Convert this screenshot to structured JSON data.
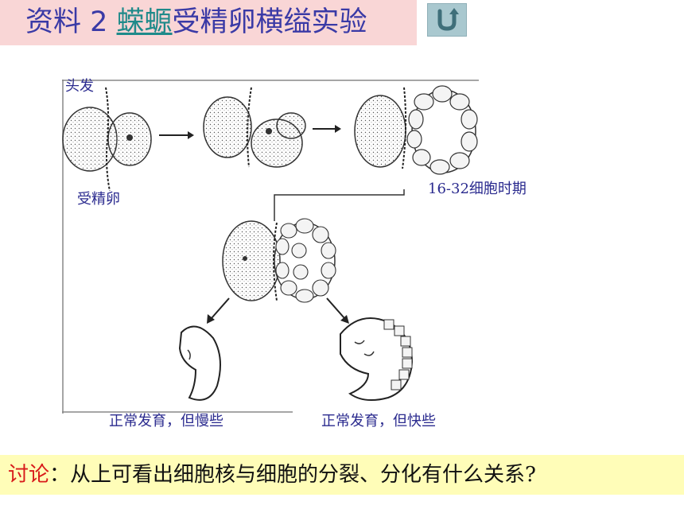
{
  "slide": {
    "title_prefix": "资料 2 ",
    "title_link": "蝾螈",
    "title_suffix": "受精卵横缢实验",
    "back_icon": "u-turn-back-icon"
  },
  "figure": {
    "labels": {
      "hair": "头发",
      "fertilized_egg": "受精卵",
      "stage": "16-32细胞时期",
      "slow": "正常发育，但慢些",
      "fast": "正常发育，但快些"
    }
  },
  "discussion": {
    "prefix": "讨论",
    "question": "：从上可看出细胞核与细胞的分裂、分化有什么关系?"
  },
  "colors": {
    "title_bg": "#f9d6d6",
    "title_text": "#3a3aa6",
    "link_text": "#1f8a8a",
    "label_text": "#2b2b8f",
    "discussion_bg": "#fffdb8",
    "discussion_prefix": "#d81a1a"
  }
}
